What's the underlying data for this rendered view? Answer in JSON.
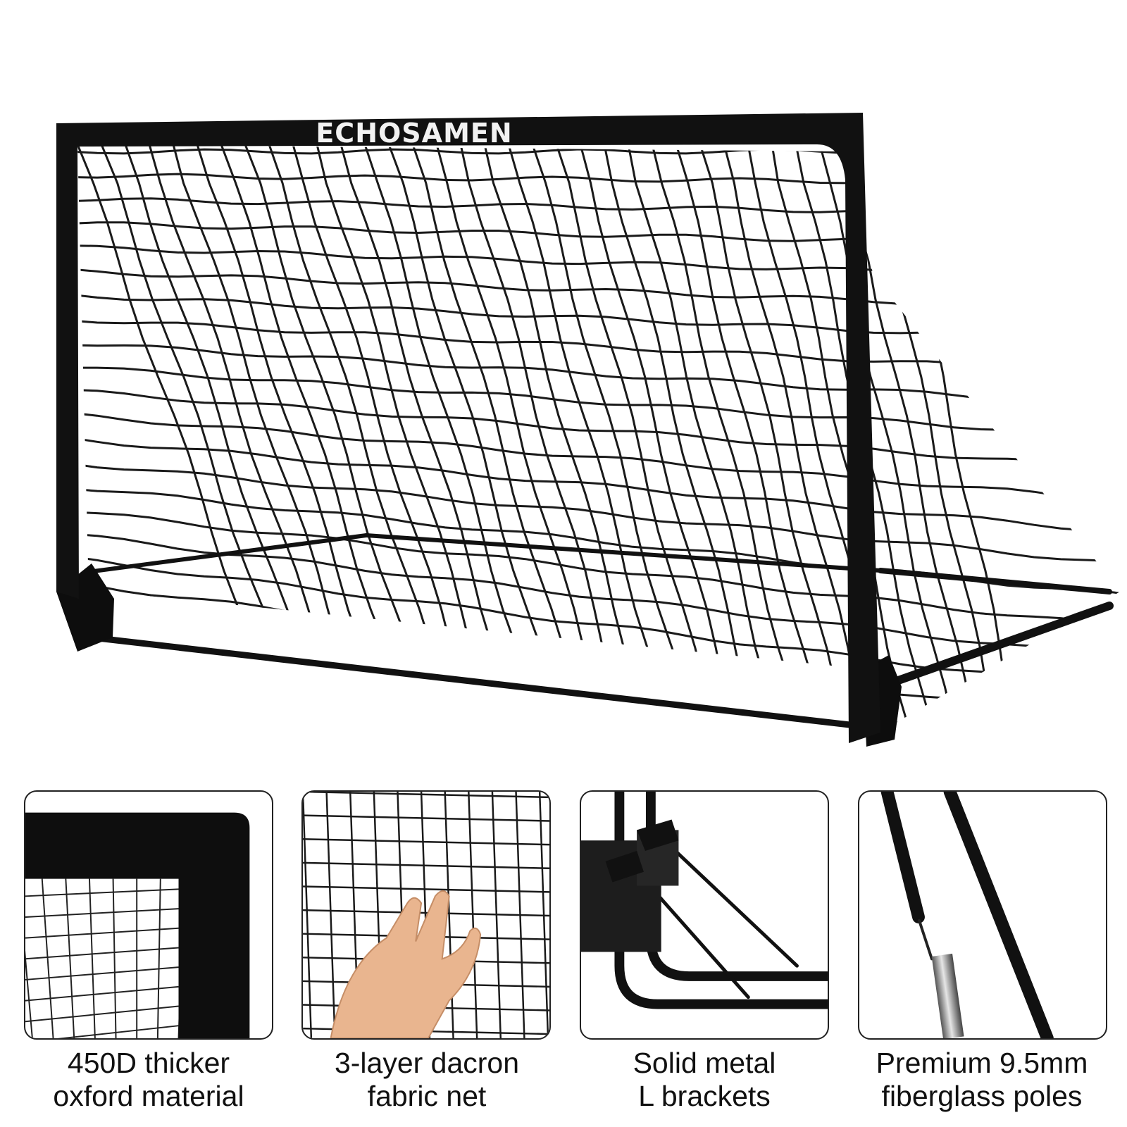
{
  "brand": {
    "name": "ECHOSAMEN"
  },
  "colors": {
    "frame": "#111111",
    "net": "#1a1a1a",
    "background": "#ffffff",
    "skin": "#e9b58f"
  },
  "features": [
    {
      "line1": "450D thicker",
      "line2": "oxford material",
      "icon": "frame-corner-closeup"
    },
    {
      "line1": "3-layer dacron",
      "line2": "fabric net",
      "icon": "net-hand-closeup"
    },
    {
      "line1": "Solid metal",
      "line2": "L brackets",
      "icon": "bracket-closeup"
    },
    {
      "line1": "Premium 9.5mm",
      "line2": "fiberglass poles",
      "icon": "pole-closeup"
    }
  ]
}
